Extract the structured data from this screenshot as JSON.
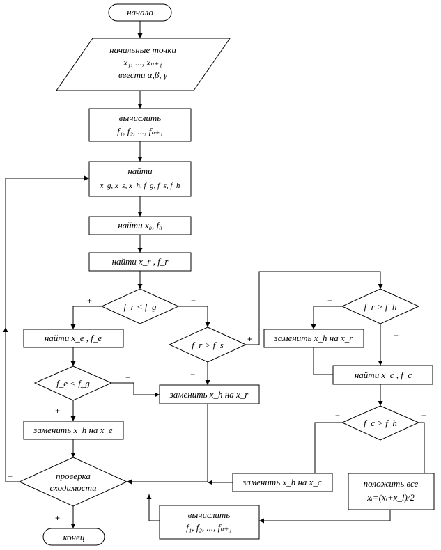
{
  "flow": {
    "start": "начало",
    "input_1": "начальные точки",
    "input_2": "x₁, ..., xₙ₊₁",
    "input_3": "ввести α,β, γ",
    "compute_1": "вычислить",
    "compute_1b": "f₁, f₂, ..., fₙ₊₁",
    "find_1": "найти",
    "find_1b": "x_g, x_s, x_h, f_g, f_s, f_h",
    "find_center": "найти x₀, f₀",
    "find_reflect": "найти x_r , f_r",
    "cond_r_lt_g": "f_r < f_g",
    "find_expand": "найти x_e , f_e",
    "cond_e_lt_g": "f_e < f_g",
    "replace_h_e": "заменить x_h на x_e",
    "cond_r_gt_s": "f_r > f_s",
    "replace_h_r_mid": "заменить x_h на x_r",
    "cond_r_gt_h": "f_r > f_h",
    "replace_h_r_right": "заменить x_h на x_r",
    "find_contract": "найти x_c , f_c",
    "cond_c_gt_h": "f_c > f_h",
    "replace_h_c": "заменить x_h на x_c",
    "shrink_1": "положить все",
    "shrink_2": "xᵢ=(xᵢ+x_l)/2",
    "convergence_1": "проверка",
    "convergence_2": "сходимости",
    "compute_2": "вычислить",
    "compute_2b": "f₁, f₂, ..., fₙ₊₁",
    "end": "конец",
    "plus": "+",
    "minus": "−"
  }
}
